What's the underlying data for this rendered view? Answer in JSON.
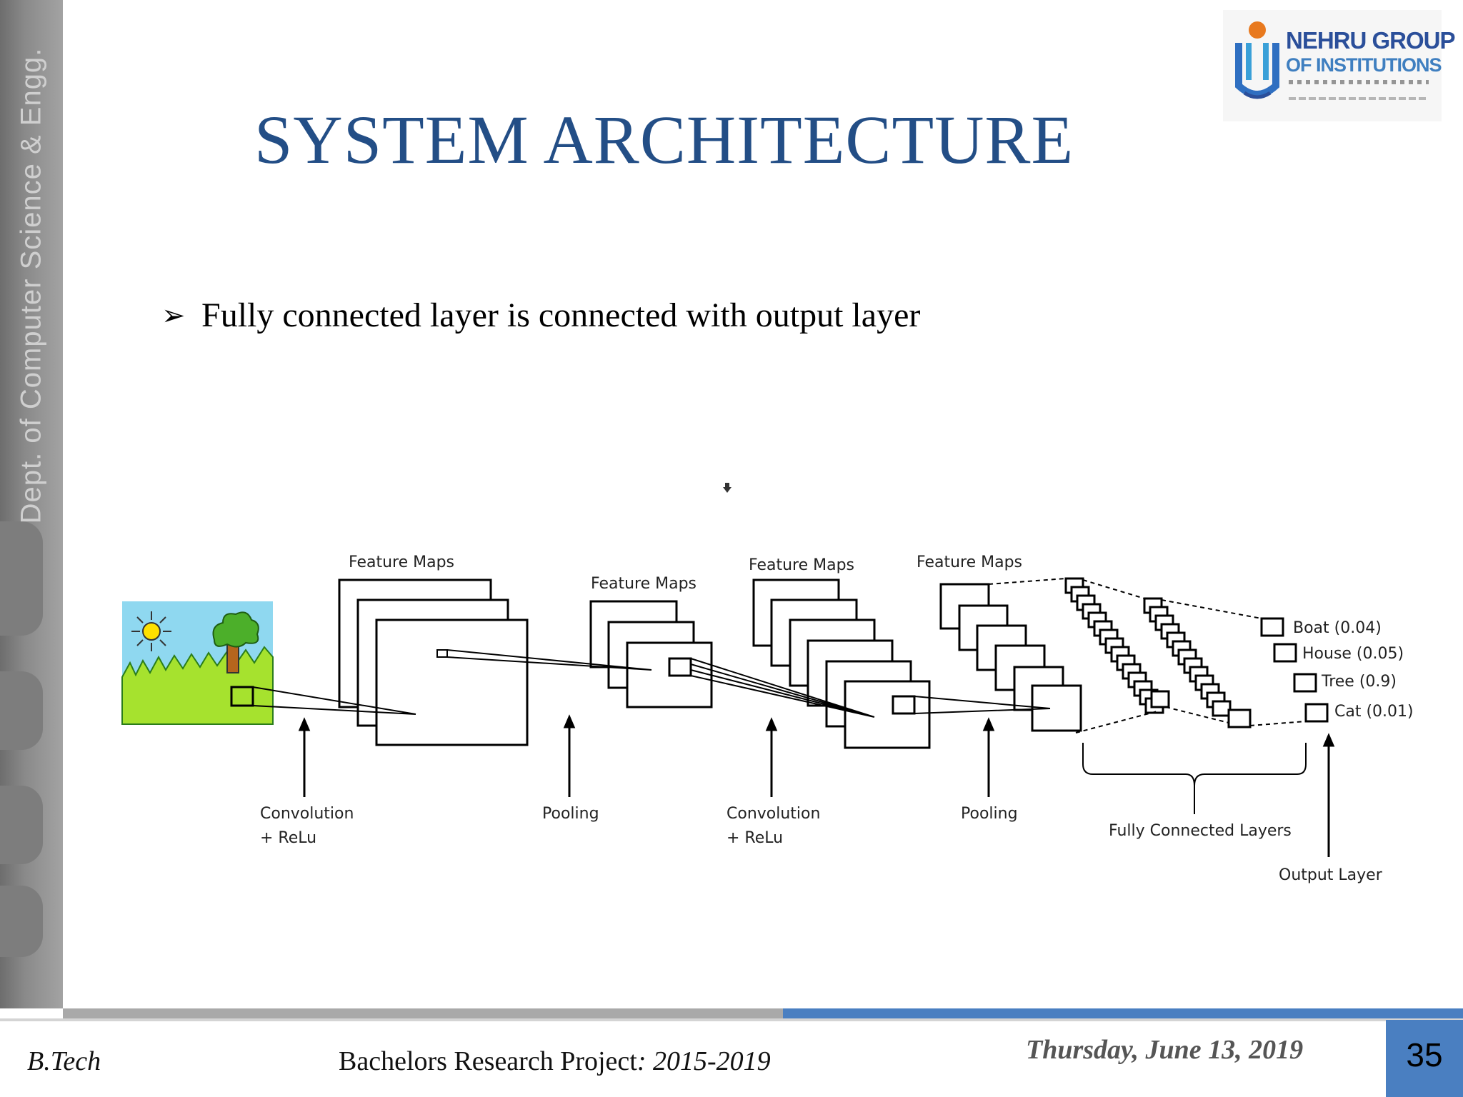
{
  "sidebar": {
    "text": "Dept. of Computer Science & Engg."
  },
  "header": {
    "title": "SYSTEM ARCHITECTURE"
  },
  "logo": {
    "name": "NEHRU GROUP",
    "sub": "OF INSTITUTIONS"
  },
  "content": {
    "bullet_symbol": "➢",
    "bullet": "Fully connected layer is connected with output layer"
  },
  "diagram": {
    "feature_maps_1": "Feature Maps",
    "feature_maps_2": "Feature Maps",
    "feature_maps_3": "Feature Maps",
    "feature_maps_4": "Feature Maps",
    "conv1_line1": "Convolution",
    "conv1_line2": "+ ReLu",
    "pool1": "Pooling",
    "conv2_line1": "Convolution",
    "conv2_line2": "+ ReLu",
    "pool2": "Pooling",
    "fc_label": "Fully Connected Layers",
    "output_label": "Output Layer",
    "outputs": [
      "Boat (0.04)",
      "House (0.05)",
      "Tree (0.9)",
      "Cat (0.01)"
    ]
  },
  "footer": {
    "degree": "B.Tech",
    "project_prefix": "Bachelors Research Project",
    "project_years": ": 2015-2019",
    "date": "Thursday, June 13, 2019",
    "page": "35"
  },
  "colors": {
    "title": "#234e86",
    "accent_blue": "#4a7fc1",
    "sky": "#8fd8f0",
    "grass": "#a6e22e"
  }
}
